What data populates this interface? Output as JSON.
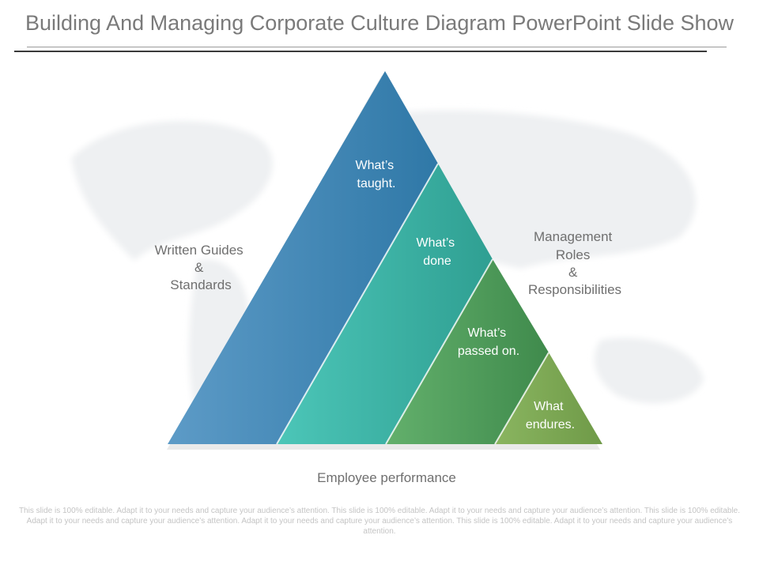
{
  "title": "Building And Managing Corporate Culture Diagram PowerPoint Slide Show",
  "segments": [
    {
      "lines": [
        "What’s",
        "taught."
      ],
      "color_light": "#5d9bc7",
      "color_dark": "#2f78a7"
    },
    {
      "lines": [
        "What’s",
        "done"
      ],
      "color_light": "#4cc6b8",
      "color_dark": "#2f9f92"
    },
    {
      "lines": [
        "What’s",
        "passed on."
      ],
      "color_light": "#63b06c",
      "color_dark": "#3f8a4c"
    },
    {
      "lines": [
        "What",
        "endures."
      ],
      "color_light": "#8ab560",
      "color_dark": "#6f9a48"
    }
  ],
  "left_label": [
    "Written Guides",
    "&",
    "Standards"
  ],
  "right_label": [
    "Management",
    "Roles",
    "&",
    "Responsibilities"
  ],
  "bottom_label": "Employee  performance",
  "footer_text": "This slide is 100% editable. Adapt it to your needs and capture your audience’s attention. This slide is 100% editable. Adapt it to your needs and capture your audience’s attention. This slide is 100% editable. Adapt it to your needs and capture your audience’s attention. Adapt it to your needs and capture your audience’s attention. This slide is 100% editable. Adapt it to your needs and capture your audience’s attention."
}
